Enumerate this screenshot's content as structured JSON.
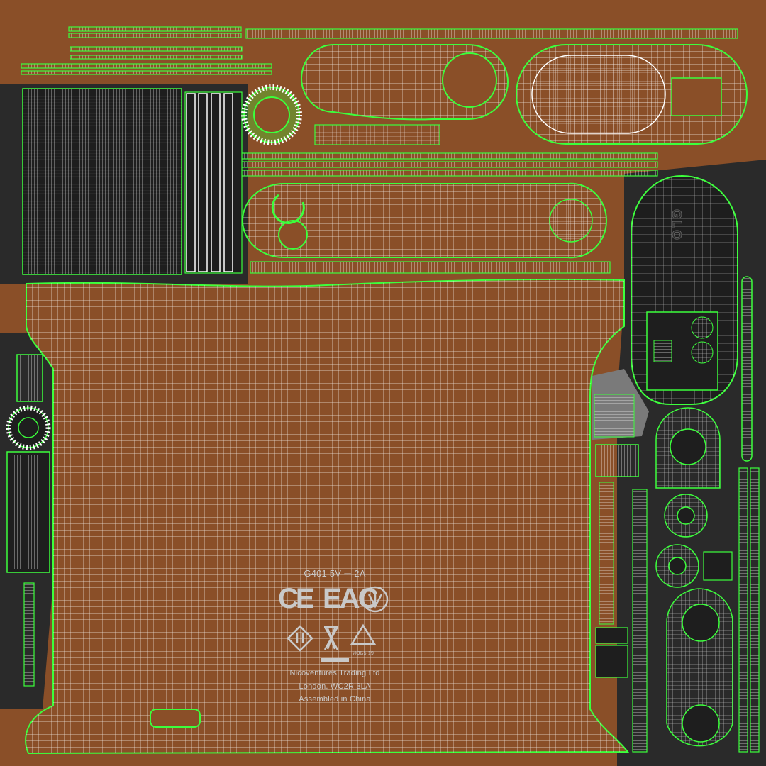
{
  "texture": {
    "colors": {
      "base": "#8a4f28",
      "dark_shell": "#2a2a2a",
      "wire": "#ffffff",
      "edge": "#3cff3c",
      "panel_grey": "#808080"
    }
  },
  "label": {
    "model_line": "G401  5V ⎓ 2A",
    "ce_mark": "CE",
    "eac_mark": "EAC",
    "cert_code": "ИОБ5 19",
    "manufacturer": "Nicoventures Trading Ltd",
    "address": "London, WC2R 3LA",
    "assembly": "Assembled in China"
  },
  "shell": {
    "brand_text": "GLO"
  }
}
